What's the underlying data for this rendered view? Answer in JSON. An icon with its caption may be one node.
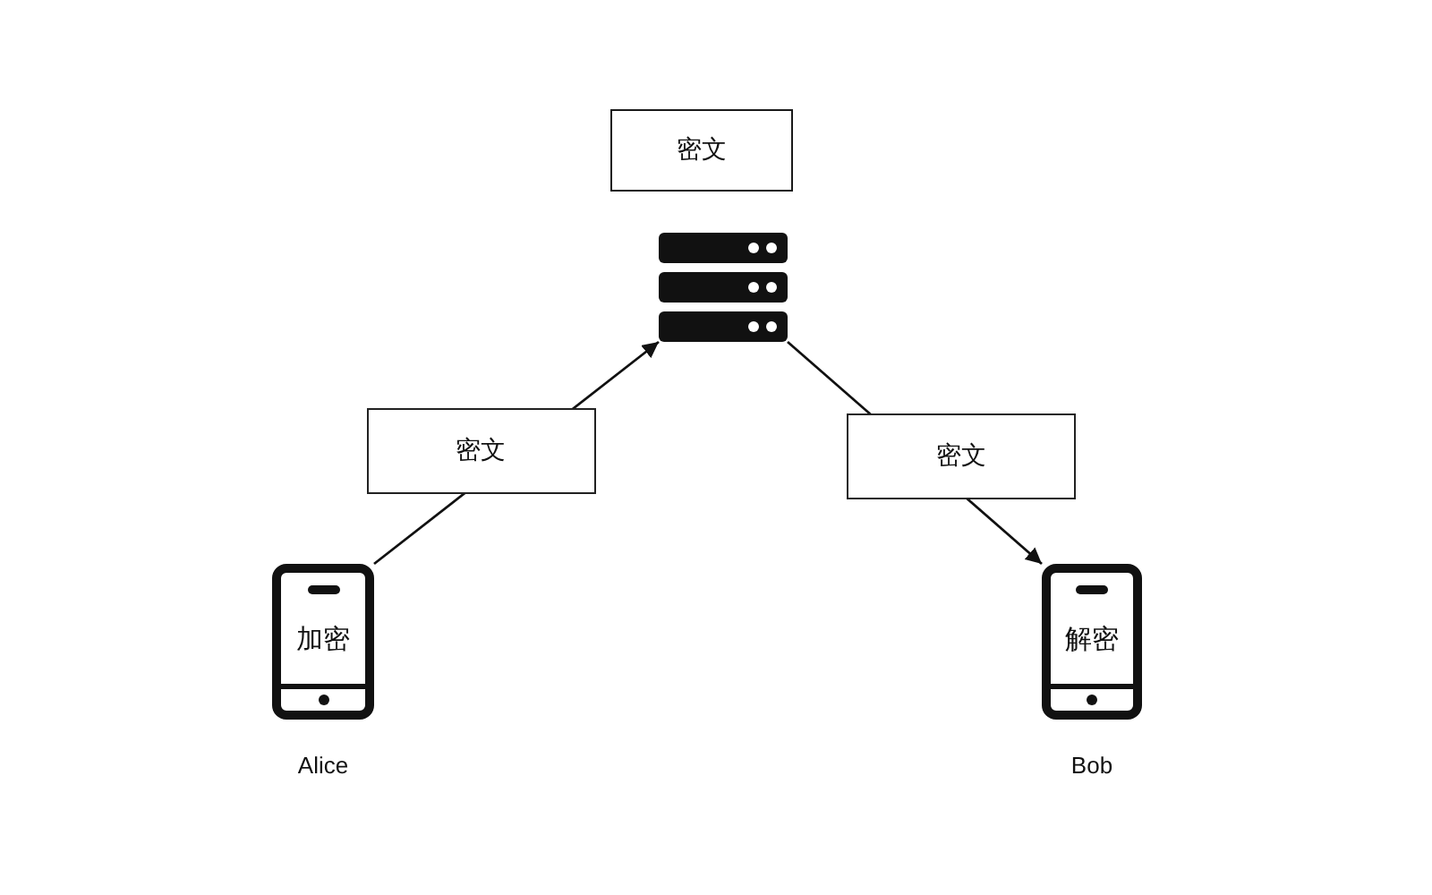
{
  "diagram": {
    "nodes": [
      {
        "text": [
          "密文"
        ]
      },
      {
        "text": [],
        "shape": "picture"
      },
      {
        "text": [
          "加密"
        ],
        "beside": [
          "Alice"
        ]
      },
      {
        "text": [
          "解密"
        ],
        "beside": [
          "Bob"
        ]
      }
    ],
    "edges": [
      {
        "from": 2,
        "to": 1,
        "arrow": "to",
        "label": "密文"
      },
      {
        "from": 1,
        "to": 3,
        "arrow": "to",
        "label": "密文"
      }
    ]
  }
}
